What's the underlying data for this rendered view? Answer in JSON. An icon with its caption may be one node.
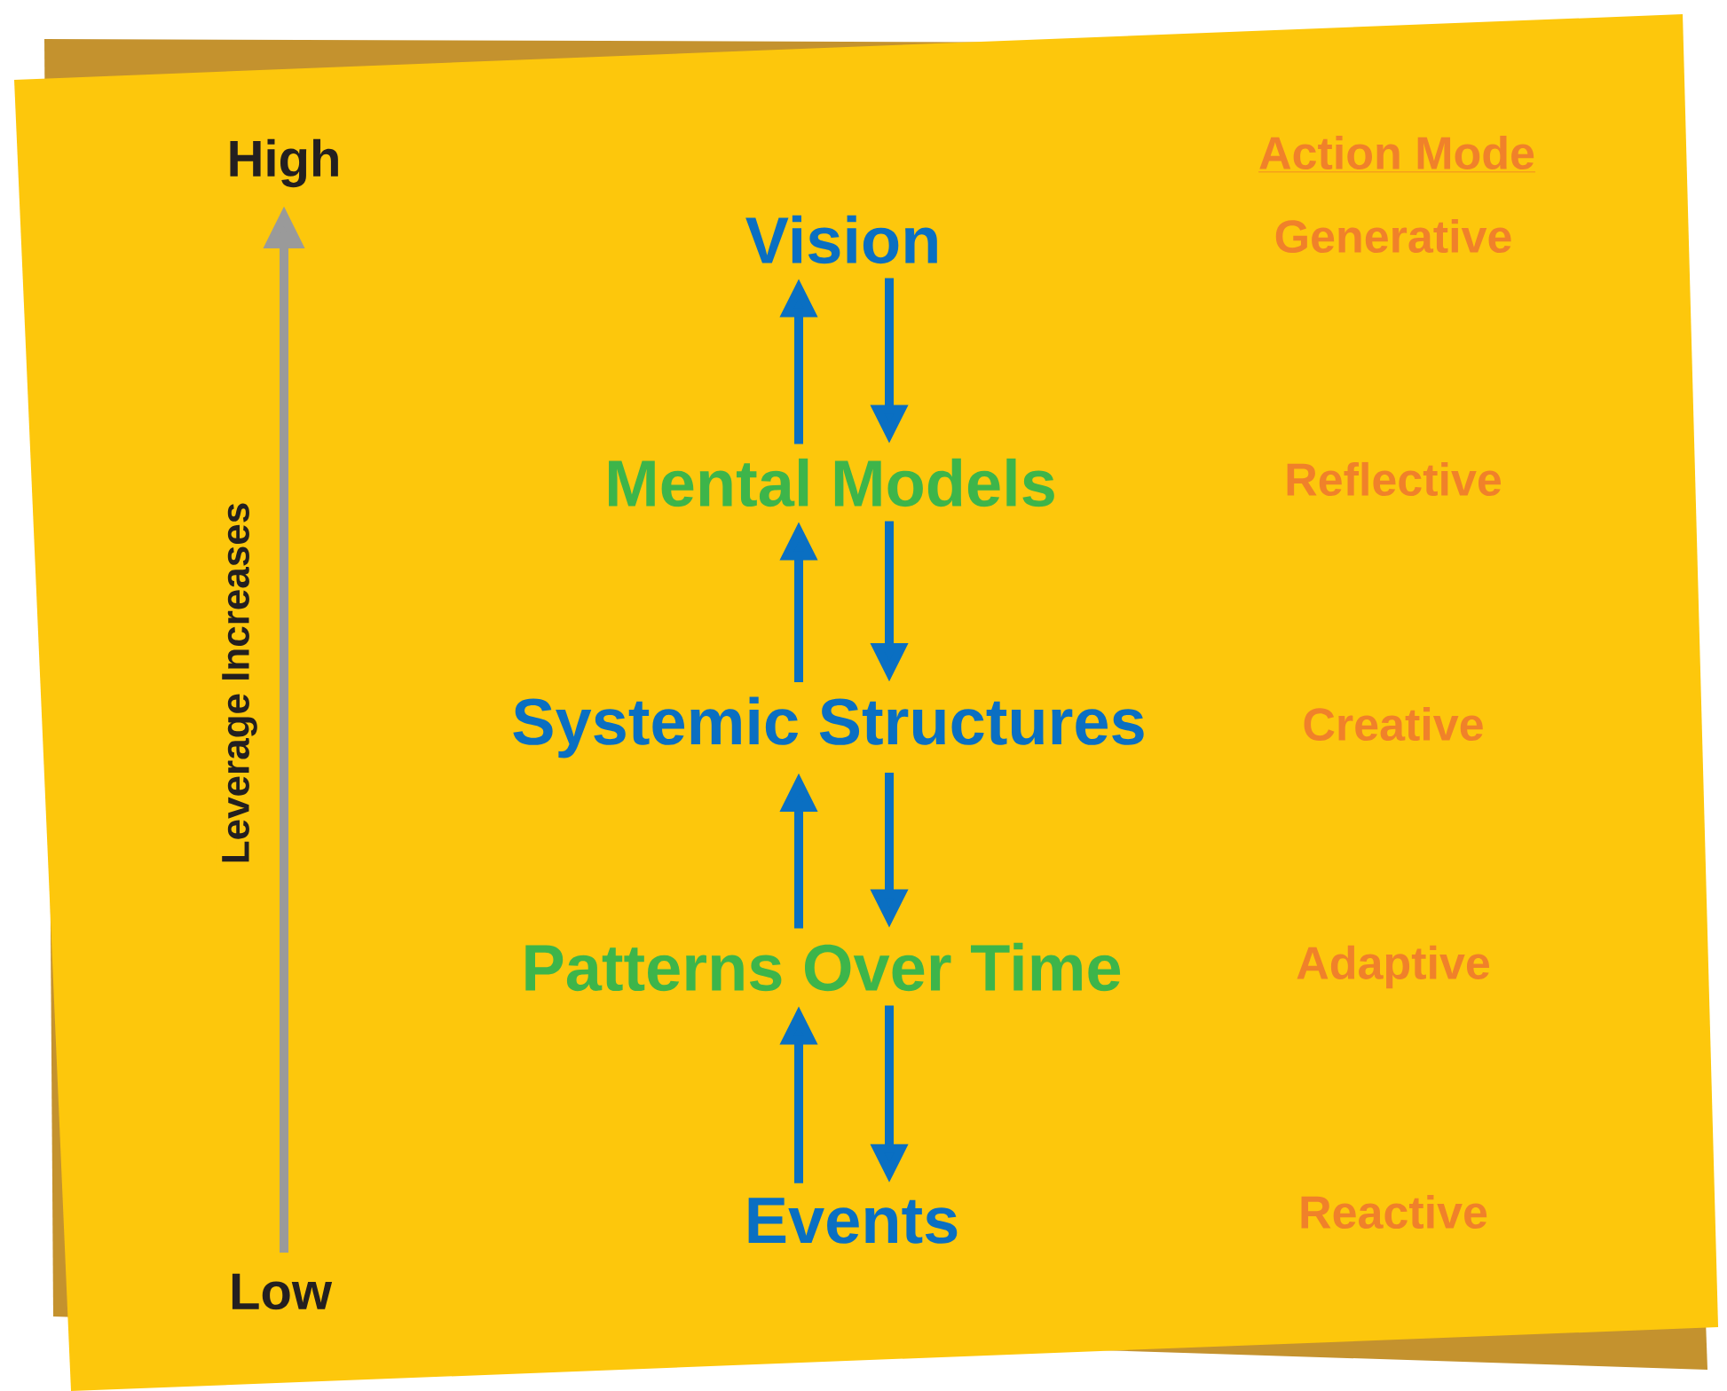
{
  "diagram": {
    "nodes": [
      {
        "text": [
          "Vision"
        ]
      },
      {
        "text": [
          "Mental Models"
        ]
      },
      {
        "text": [
          "Systemic Structures"
        ]
      },
      {
        "text": [
          "Patterns Over Time"
        ]
      },
      {
        "text": [
          "Events"
        ]
      }
    ],
    "edges": [
      {
        "from": 1,
        "to": 0,
        "arrow": "to"
      },
      {
        "from": 0,
        "to": 1,
        "arrow": "to"
      },
      {
        "from": 2,
        "to": 1,
        "arrow": "to"
      },
      {
        "from": 1,
        "to": 2,
        "arrow": "to"
      },
      {
        "from": 3,
        "to": 2,
        "arrow": "to"
      },
      {
        "from": 2,
        "to": 3,
        "arrow": "to"
      },
      {
        "from": 4,
        "to": 3,
        "arrow": "to"
      },
      {
        "from": 3,
        "to": 4,
        "arrow": "to"
      }
    ],
    "labels": [
      "High",
      "Action Mode",
      "Generative",
      "Reflective",
      "Leverage Increases",
      "Creative",
      "Adaptive",
      "Reactive",
      "Low"
    ]
  }
}
